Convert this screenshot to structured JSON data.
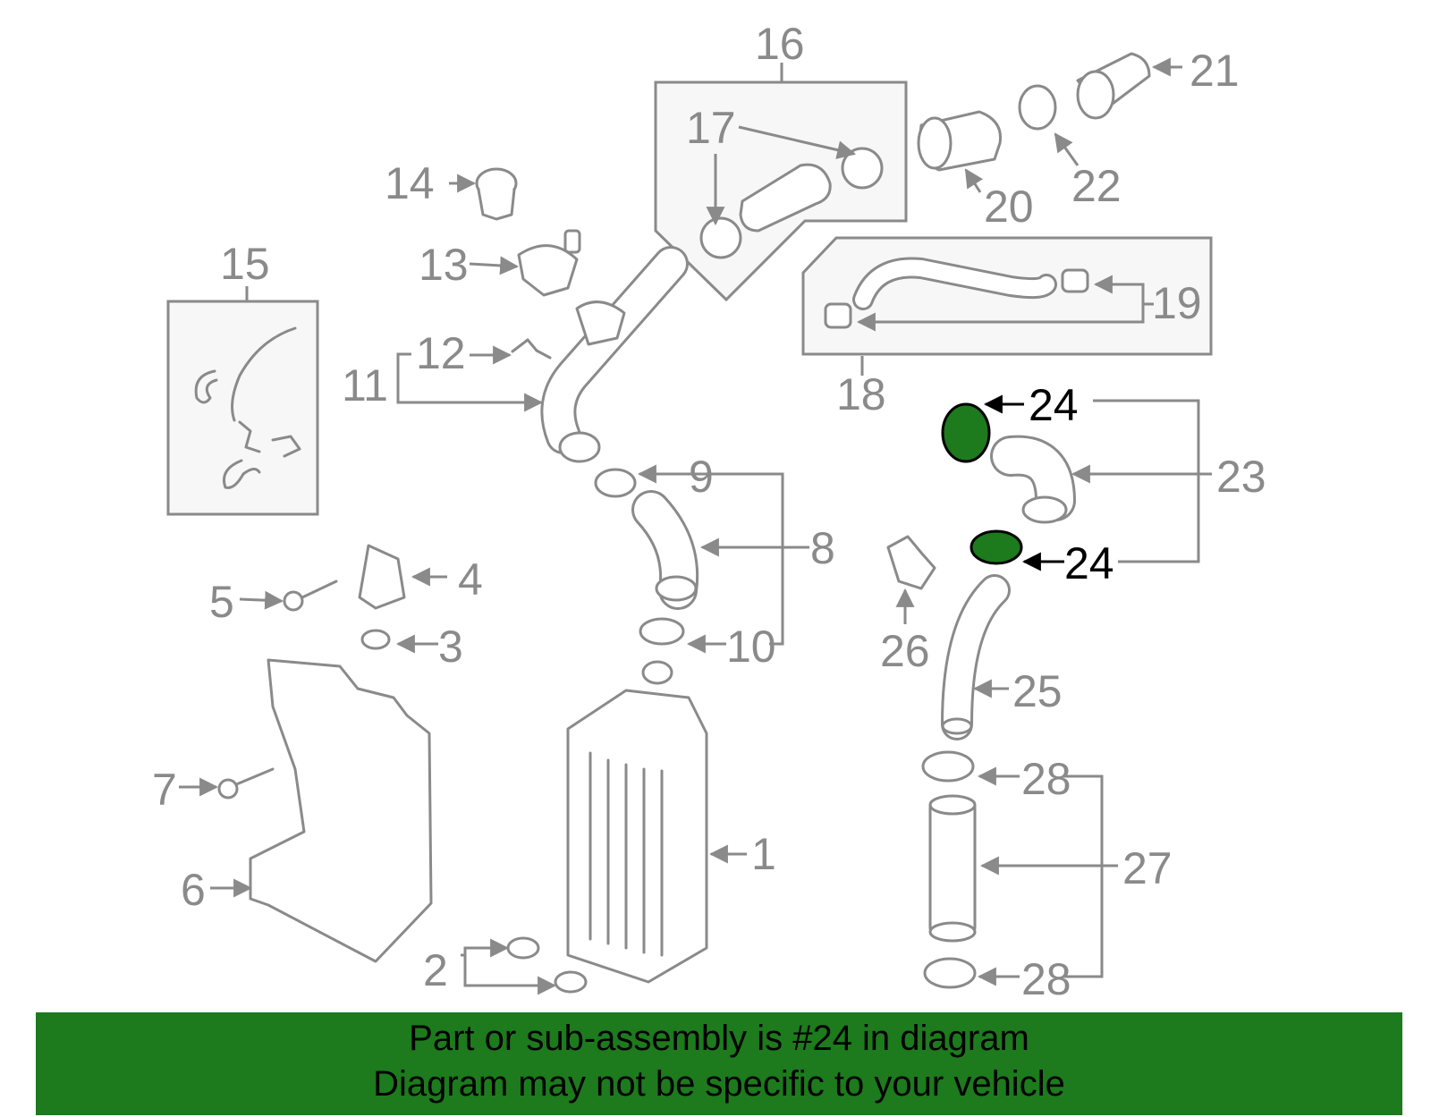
{
  "callouts": {
    "c1": "1",
    "c2": "2",
    "c3": "3",
    "c4": "4",
    "c5": "5",
    "c6": "6",
    "c7": "7",
    "c8": "8",
    "c9": "9",
    "c10": "10",
    "c11": "11",
    "c12": "12",
    "c13": "13",
    "c14": "14",
    "c15": "15",
    "c16": "16",
    "c17": "17",
    "c18": "18",
    "c19": "19",
    "c20": "20",
    "c21": "21",
    "c22": "22",
    "c23": "23",
    "c24a": "24",
    "c24b": "24",
    "c25": "25",
    "c26": "26",
    "c27": "27",
    "c28a": "28",
    "c28b": "28"
  },
  "highlight": {
    "part_number": "24",
    "color": "#1d7a1d"
  },
  "banner": {
    "line1": "Part or sub-assembly is #24 in diagram",
    "line2": "Diagram may not be specific to your vehicle"
  }
}
